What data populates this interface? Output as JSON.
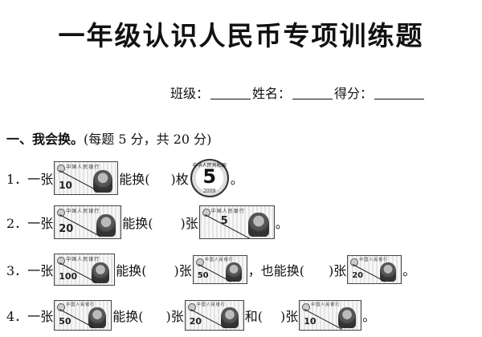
{
  "title": "一年级认识人民币专项训练题",
  "info": {
    "class_label": "班级：",
    "name_label": "姓名：",
    "score_label": "得分："
  },
  "section": {
    "heading": "一、我会换。",
    "note": "(每题 5 分，共 20 分)"
  },
  "bill_header": "中国人民银行",
  "coin": {
    "value": "5",
    "top_text": "中华人民共和国",
    "year": "2009"
  },
  "questions": [
    {
      "num": "1．",
      "t1": "一张",
      "bill": "10",
      "t2": "能换(",
      "t3": ")枚",
      "end": "。"
    },
    {
      "num": "2．",
      "t1": "一张",
      "bill": "20",
      "t2": "能换(",
      "t3": ")张",
      "bill2": "5",
      "end": "。"
    },
    {
      "num": "3．",
      "t1": "一张",
      "bill": "100",
      "t2": "能换(",
      "t3": ")张",
      "bill2": "50",
      "t4": "，也能换(",
      "t5": ")张",
      "bill3": "20",
      "end": "。"
    },
    {
      "num": "4．",
      "t1": "一张",
      "bill": "50",
      "t2": "能换(",
      "t3": ")张",
      "bill2": "20",
      "t4": "和(",
      "t5": ")张",
      "bill3": "10",
      "end": "。"
    }
  ]
}
